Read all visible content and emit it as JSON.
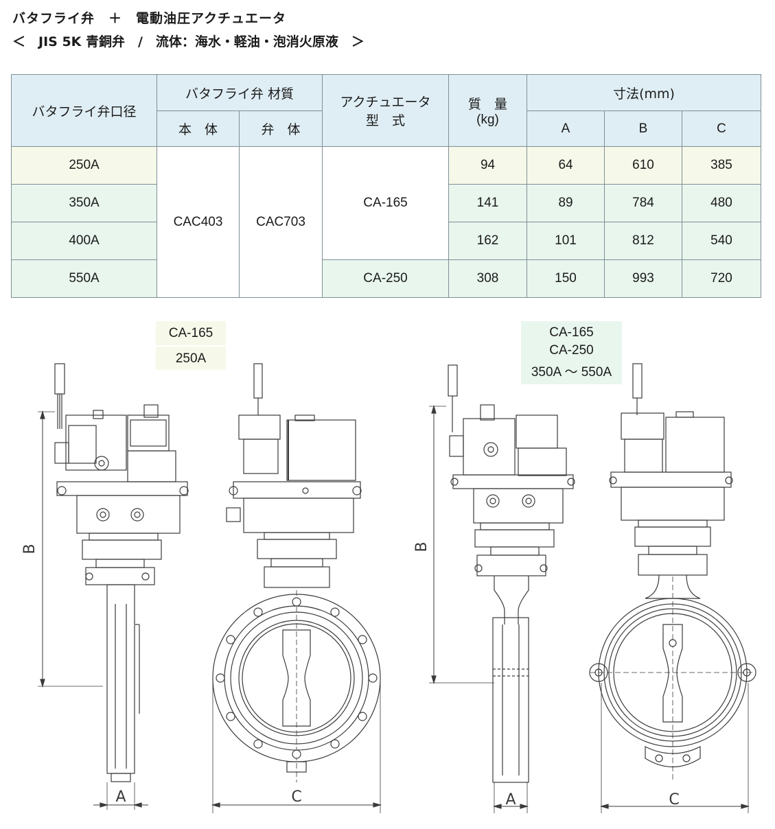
{
  "title_line1": "バタフライ弁　＋　電動油圧アクチュエータ",
  "title_line2": "＜　JIS 5K 青銅弁　/　流体：海水・軽油・泡消火原液　＞",
  "table": {
    "header": {
      "size": "バタフライ弁口径",
      "material": "バタフライ弁 材質",
      "body": "本　体",
      "disc": "弁　体",
      "actuator_l1": "アクチュエータ",
      "actuator_l2": "型　式",
      "mass_l1": "質　量",
      "mass_l2": "(kg)",
      "dims": "寸法(mm)",
      "a": "A",
      "b": "B",
      "c": "C"
    },
    "body_material": "CAC403",
    "disc_material": "CAC703",
    "actuator_small": "CA-165",
    "actuator_large": "CA-250",
    "rows": [
      {
        "size": "250A",
        "mass": "94",
        "a": "64",
        "b": "610",
        "c": "385"
      },
      {
        "size": "350A",
        "mass": "141",
        "a": "89",
        "b": "784",
        "c": "480"
      },
      {
        "size": "400A",
        "mass": "162",
        "a": "101",
        "b": "812",
        "c": "540"
      },
      {
        "size": "550A",
        "mass": "308",
        "a": "150",
        "b": "993",
        "c": "720"
      }
    ]
  },
  "drawing_labels": {
    "left_model": "CA-165",
    "left_size": "250A",
    "right_model1": "CA-165",
    "right_model2": "CA-250",
    "right_size": "350A ～ 550A",
    "dim_a": "A",
    "dim_b": "B",
    "dim_c": "C"
  },
  "colors": {
    "header_bg": "#dfeef4",
    "row_cream": "#f6f9e9",
    "row_mint": "#e8f6ee",
    "border": "#7f8e94"
  }
}
